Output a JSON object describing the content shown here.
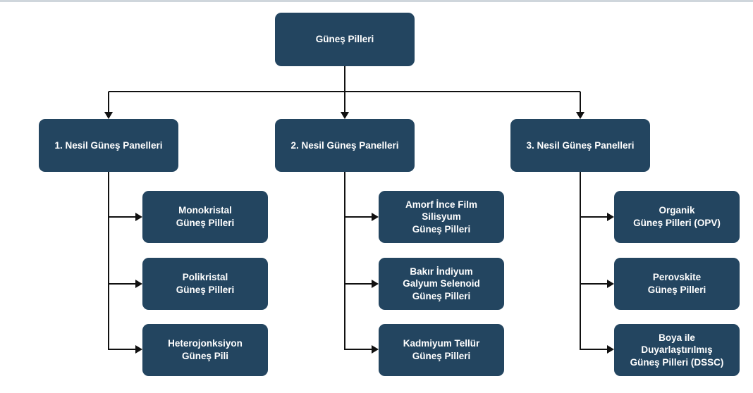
{
  "root": {
    "label": "Güneş Pilleri"
  },
  "generations": [
    {
      "label": "1. Nesil Güneş Panelleri",
      "children": [
        "Monokristal\nGüneş Pilleri",
        "Polikristal\nGüneş Pilleri",
        "Heterojonksiyon\nGüneş Pili"
      ]
    },
    {
      "label": "2. Nesil Güneş Panelleri",
      "children": [
        "Amorf İnce Film\nSilisyum\nGüneş Pilleri",
        "Bakır İndiyum\nGalyum Selenoid\nGüneş Pilleri",
        "Kadmiyum Tellür\nGüneş Pilleri"
      ]
    },
    {
      "label": "3. Nesil Güneş Panelleri",
      "children": [
        "Organik\nGüneş Pilleri (OPV)",
        "Perovskite\nGüneş Pilleri",
        "Boya ile\nDuyarlaştırılmış\nGüneş Pilleri (DSSC)"
      ]
    }
  ],
  "colors": {
    "node_fill": "#234560",
    "node_text": "#ffffff",
    "connector": "#111111"
  }
}
